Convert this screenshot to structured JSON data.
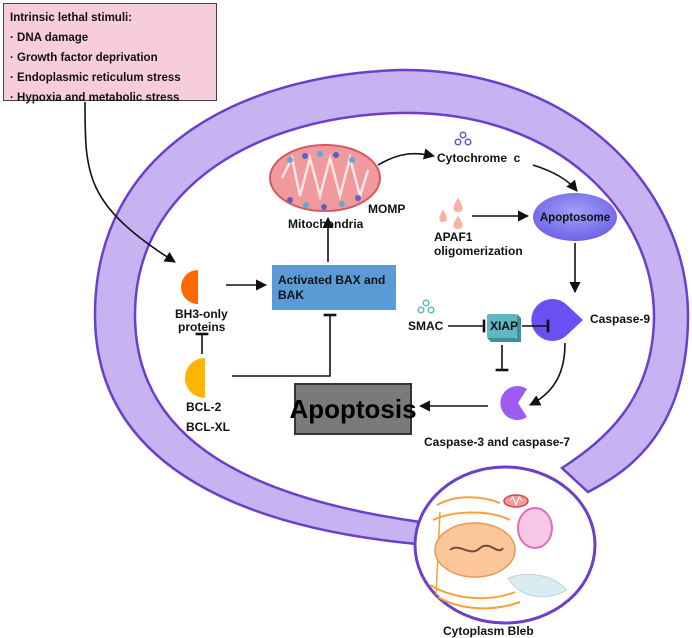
{
  "stimuli": {
    "title": "Intrinsic lethal stimuli:",
    "items": [
      "· DNA damage",
      "· Growth factor deprivation",
      "· Endoplasmic reticulum stress",
      "· Hypoxia and metabolic stress"
    ]
  },
  "labels": {
    "cytochrome": "Cytochrome  c",
    "mitochondria": "Mitochondria",
    "momp": "MOMP",
    "apoptosome": "Apoptosome",
    "apaf1": "APAF1",
    "oligomerization": "oligomerization",
    "bh3_line1": "BH3-only",
    "bh3_line2": "proteins",
    "bax_box": "Activated BAX and BAK",
    "smac": "SMAC",
    "xiap": "XIAP",
    "caspase9": "Caspase-9",
    "bcl2": "BCL-2",
    "bclxl": "BCL-XL",
    "apoptosis": "Apoptosis",
    "caspase37": "Caspase-3 and caspase-7",
    "bleb": "Cytoplasm Bleb"
  },
  "colors": {
    "membrane": "#c7b3f2",
    "membrane_stroke": "#6a3fc9",
    "stimuli_box": "#f7cddd",
    "bax_box": "#5b9bd5",
    "apoptosis_box": "#7a7a7a",
    "mitochondria": "#f19a9e",
    "bh3": "#ff6a00",
    "bcl2": "#ffb400",
    "caspase": "#7f49f5",
    "xiap": "#5fb7c4",
    "apoptosome": "#7a73ef"
  }
}
